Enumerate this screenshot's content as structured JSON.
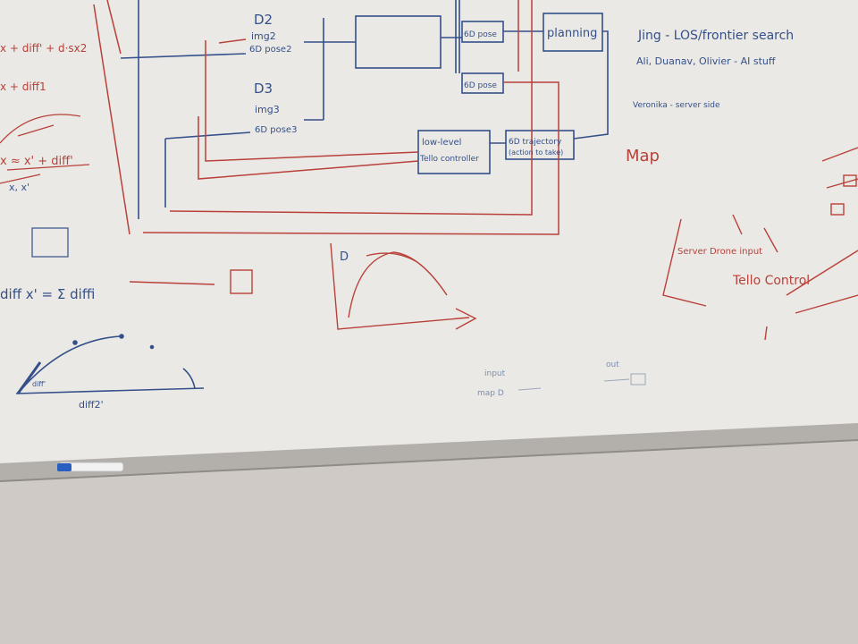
{
  "board": {
    "colors": {
      "wall": "#cfcac6",
      "board": "#ebe9e5",
      "blue_ink": "#34508a",
      "red_ink": "#b8413a",
      "tray": "#a9a6a2"
    }
  },
  "diagram": {
    "d2_label": "D2",
    "d2_img": "img2",
    "d2_pose": "6D pose2",
    "d3_label": "D3",
    "d3_img": "img3",
    "d3_pose": "6D pose3",
    "pose_top": "6D pose",
    "pose_mid": "6D pose",
    "planning": "planning",
    "lowlevel_line1": "low-level",
    "lowlevel_line2": "Tello controller",
    "traj_line1": "6D trajectory",
    "traj_line2": "(action to take)"
  },
  "notes": {
    "jing": "Jing - LOS/frontier search",
    "ali": "Ali, Duanav, Olivier - AI stuff",
    "veronika": "Veronika - server side",
    "map": "Map",
    "left1": "x + diff' + d·sx2",
    "left2": "x + diff1",
    "left3": "x ≈ x' + diff'",
    "left4": "x, x'",
    "sum": "diff x' = Σ diffi",
    "diff2": "diff2'",
    "diff_small": "diff'",
    "server_box": "Server Drone input",
    "tello_control": "Tello Control",
    "input": "input",
    "map_d": "map D",
    "output": "out"
  }
}
